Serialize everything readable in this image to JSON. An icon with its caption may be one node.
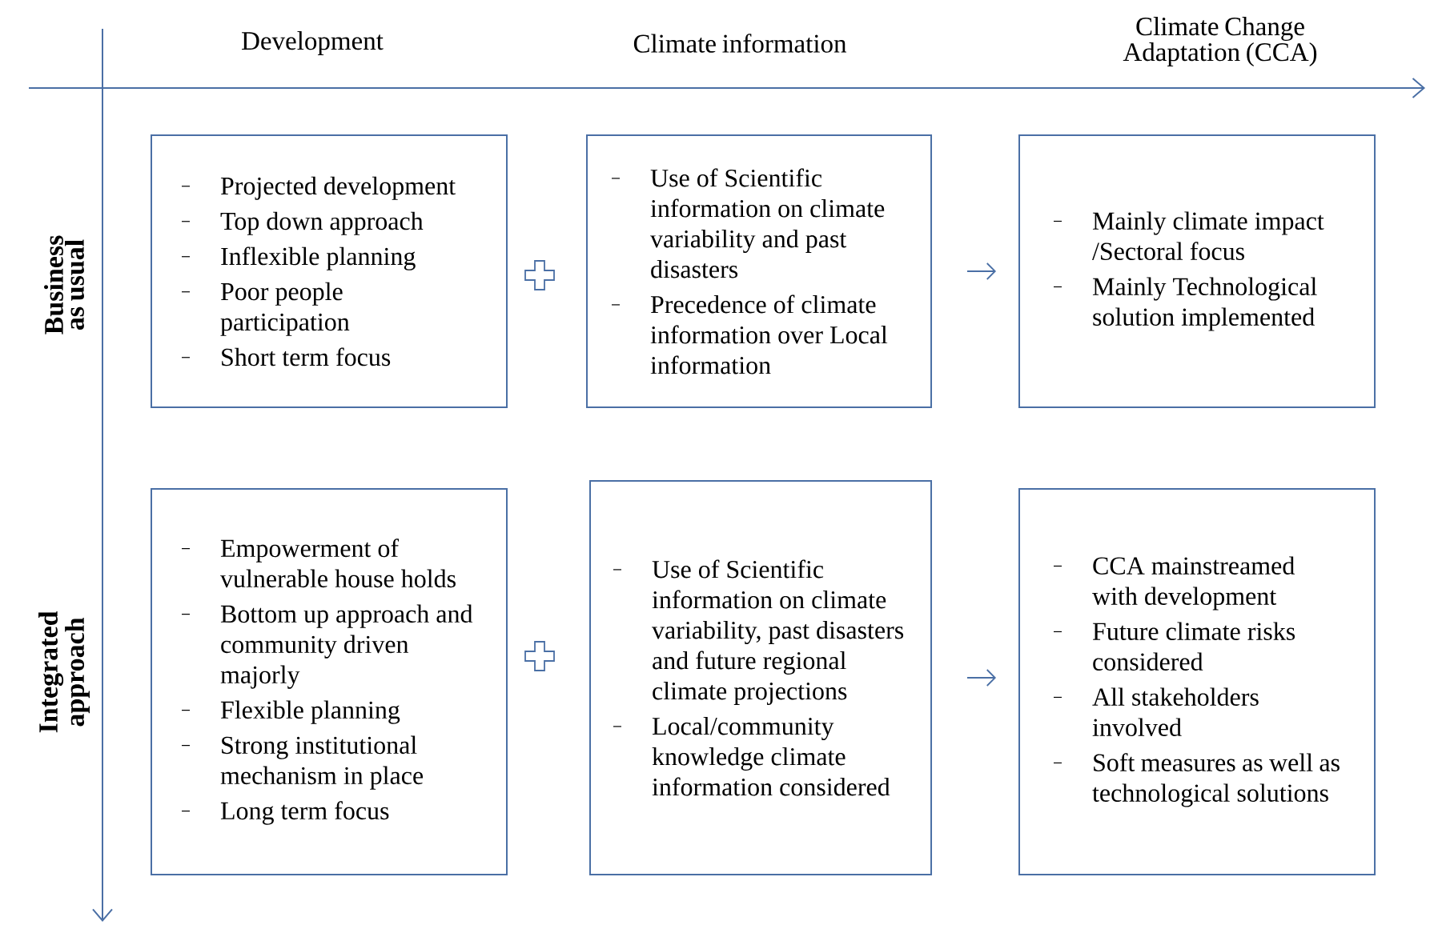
{
  "diagram": {
    "nodes": [
      {
        "text": [
          "Projected development",
          "Top down approach",
          "Inflexible planning",
          "Poor people participation",
          "Short term focus"
        ]
      },
      {
        "text": [
          "Use of Scientific information on climate variability and past disasters",
          "Precedence of climate information over Local information"
        ]
      },
      {
        "text": [
          "Mainly climate impact /Sectoral focus",
          "Mainly Technological solution implemented"
        ]
      },
      {
        "text": [
          "Empowerment of vulnerable house holds",
          "Bottom up approach and community driven majorly",
          "Flexible planning",
          "Strong institutional mechanism in place",
          "Long term focus"
        ]
      },
      {
        "text": [
          "Use of Scientific information on climate variability, past disasters and future regional climate projections",
          "Local/community knowledge climate information considered"
        ]
      },
      {
        "text": [
          "CCA mainstreamed with development",
          "Future climate risks considered",
          "All stakeholders involved",
          "Soft measures as well as technological solutions"
        ]
      }
    ],
    "edges": [
      {
        "from": 1,
        "to": 2,
        "arrow": "to"
      },
      {
        "from": 4,
        "to": 5,
        "arrow": "to"
      }
    ],
    "labels": [
      "Development",
      "Climate information",
      "Climate Change Adaptation (CCA)",
      "Business as usual",
      "Integrated approach"
    ]
  }
}
